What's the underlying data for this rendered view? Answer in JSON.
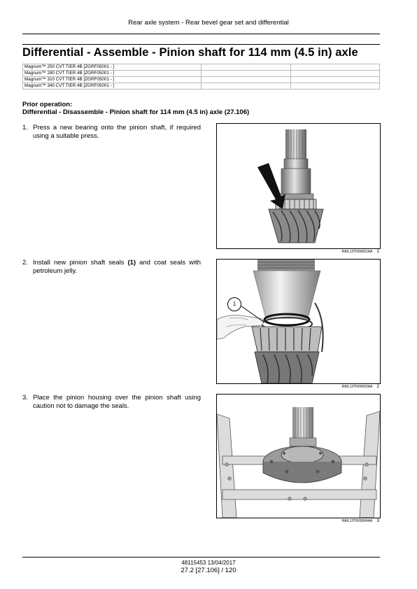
{
  "header": {
    "title": "Rear axle system - Rear bevel gear set and differential"
  },
  "page_title": "Differential - Assemble - Pinion shaft for 114 mm (4.5 in) axle",
  "models": [
    "Magnum™ 250 CVT TIER 4B [ZGRF05001 - ]",
    "Magnum™ 280 CVT TIER 4B [ZGRF05001 - ]",
    "Magnum™ 310 CVT TIER 4B [ZGRF05001 - ]",
    "Magnum™ 340 CVT TIER 4B [ZGRF05001 - ]"
  ],
  "prior_operation": {
    "label": "Prior operation:",
    "reference": "Differential - Disassemble - Pinion shaft for 114 mm (4.5 in) axle (27.106)"
  },
  "steps": [
    {
      "num": "1.",
      "text_before": "Press a new bearing onto the pinion shaft, if required using a suitable press.",
      "bold": "",
      "text_after": ""
    },
    {
      "num": "2.",
      "text_before": "Install new pinion shaft seals ",
      "bold": "(1)",
      "text_after": " and coat seals with petroleum jelly."
    },
    {
      "num": "3.",
      "text_before": "Place the pinion housing over the pinion shaft using caution not to damage the seals.",
      "bold": "",
      "text_after": ""
    }
  ],
  "figures": [
    {
      "code": "RAIL13TR00601AA",
      "number": "1"
    },
    {
      "code": "RAIL13TR00603AA",
      "number": "2",
      "callout": "1"
    },
    {
      "code": "RAIL13TR00604AA",
      "number": "3"
    }
  ],
  "footer": {
    "doc_id": "48115453 13/04/2017",
    "page": "27.2 [27.106] / 120"
  }
}
